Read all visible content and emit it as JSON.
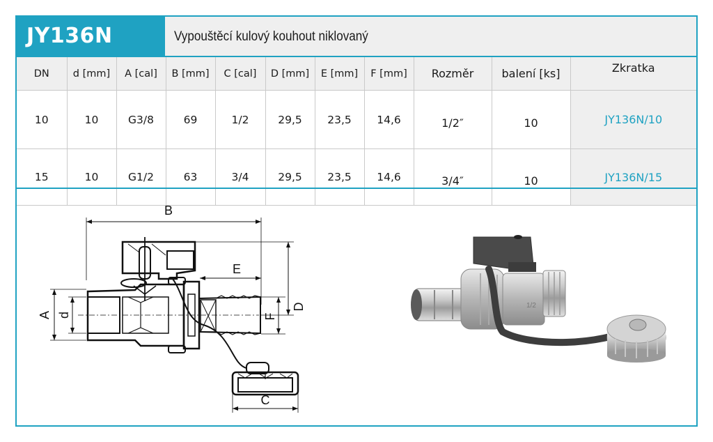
{
  "header": {
    "code": "JY136N",
    "title": "Vypouštěcí kulový kouhout niklovaný"
  },
  "table": {
    "columns": [
      "DN",
      "d [mm]",
      "A [cal]",
      "B [mm]",
      "C [cal]",
      "D [mm]",
      "E [mm]",
      "F [mm]",
      "Rozměr",
      "balení [ks]",
      "Zkratka"
    ],
    "rows": [
      [
        "10",
        "10",
        "G3/8",
        "69",
        "1/2",
        "29,5",
        "23,5",
        "14,6",
        "1/2″",
        "10",
        "JY136N/10"
      ],
      [
        "15",
        "10",
        "G1/2",
        "63",
        "3/4",
        "29,5",
        "23,5",
        "14,6",
        "3/4″",
        "10",
        "JY136N/15"
      ]
    ]
  },
  "drawing": {
    "labels": {
      "A": "A",
      "B": "B",
      "C": "C",
      "D": "D",
      "E": "E",
      "F": "F",
      "d": "d"
    }
  },
  "photo": {
    "thread_marking": "1/2"
  },
  "colors": {
    "accent": "#1fa2c2",
    "header_bg": "#efefef",
    "grid": "#c9c9c9"
  }
}
